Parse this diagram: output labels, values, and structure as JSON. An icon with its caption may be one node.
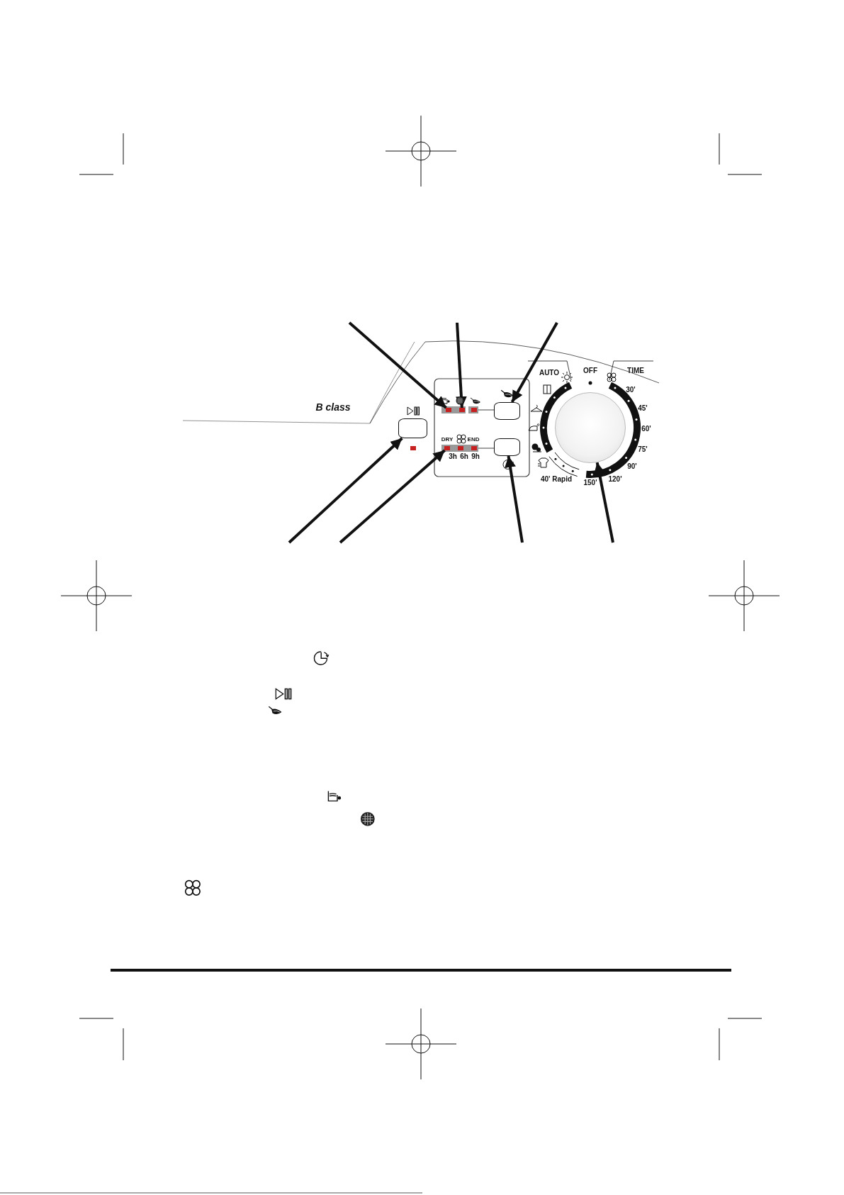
{
  "diagram": {
    "nodes": [
      {
        "text": [],
        "shape": "box"
      },
      {
        "text": [],
        "shape": "box"
      },
      {
        "text": [],
        "shape": "box"
      },
      {
        "text": [],
        "shape": "box"
      },
      {
        "text": [],
        "shape": "box"
      },
      {
        "text": [],
        "shape": "box"
      },
      {
        "text": [],
        "shape": "circle"
      }
    ],
    "edges": [
      {
        "from": null,
        "to": 0,
        "arrow": "to"
      },
      {
        "from": null,
        "to": 1,
        "arrow": "to"
      },
      {
        "from": null,
        "to": 2,
        "arrow": "to"
      },
      {
        "from": null,
        "to": 3,
        "arrow": "to"
      },
      {
        "from": null,
        "to": 4,
        "arrow": "to"
      },
      {
        "from": null,
        "to": 5,
        "arrow": "to"
      },
      {
        "from": null,
        "to": 6,
        "arrow": "to"
      }
    ],
    "labels": [
      "AUTO",
      "OFF",
      "TIME",
      "B class",
      "30'",
      "45'",
      "60'",
      "DRY",
      "END",
      "3h",
      "6h",
      "9h",
      "75'",
      "90'",
      "40' Rapid",
      "120'",
      "150'"
    ]
  }
}
